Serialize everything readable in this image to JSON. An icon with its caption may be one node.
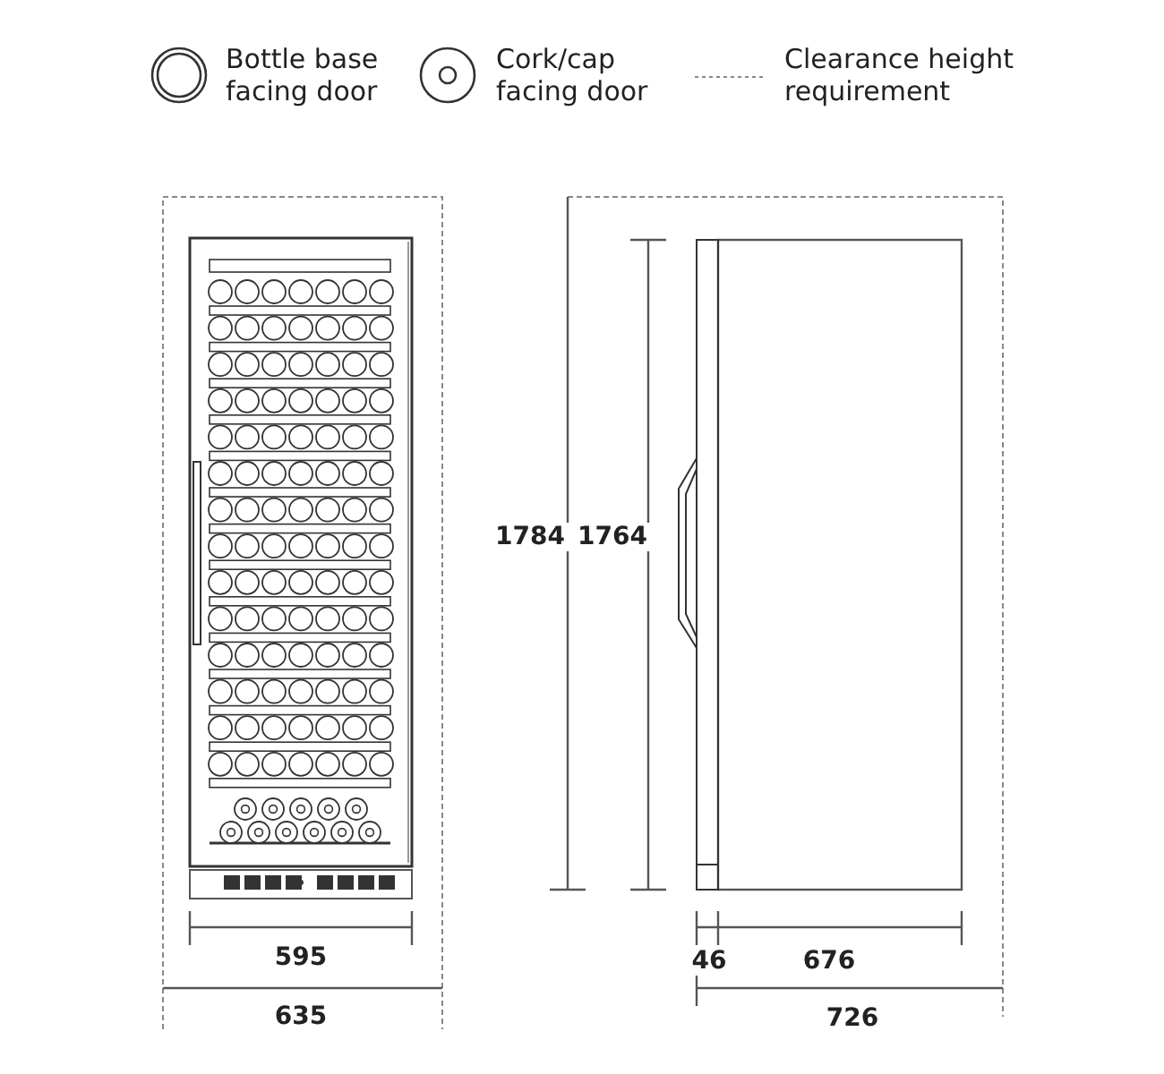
{
  "diagram": {
    "labels": [
      "1784",
      "1764",
      "595",
      "46",
      "676",
      "635",
      "726"
    ],
    "legend": [
      {
        "text": "Bottle base facing door"
      },
      {
        "text": "Cork/cap facing door"
      },
      {
        "text": "Clearance height requirement"
      }
    ]
  }
}
